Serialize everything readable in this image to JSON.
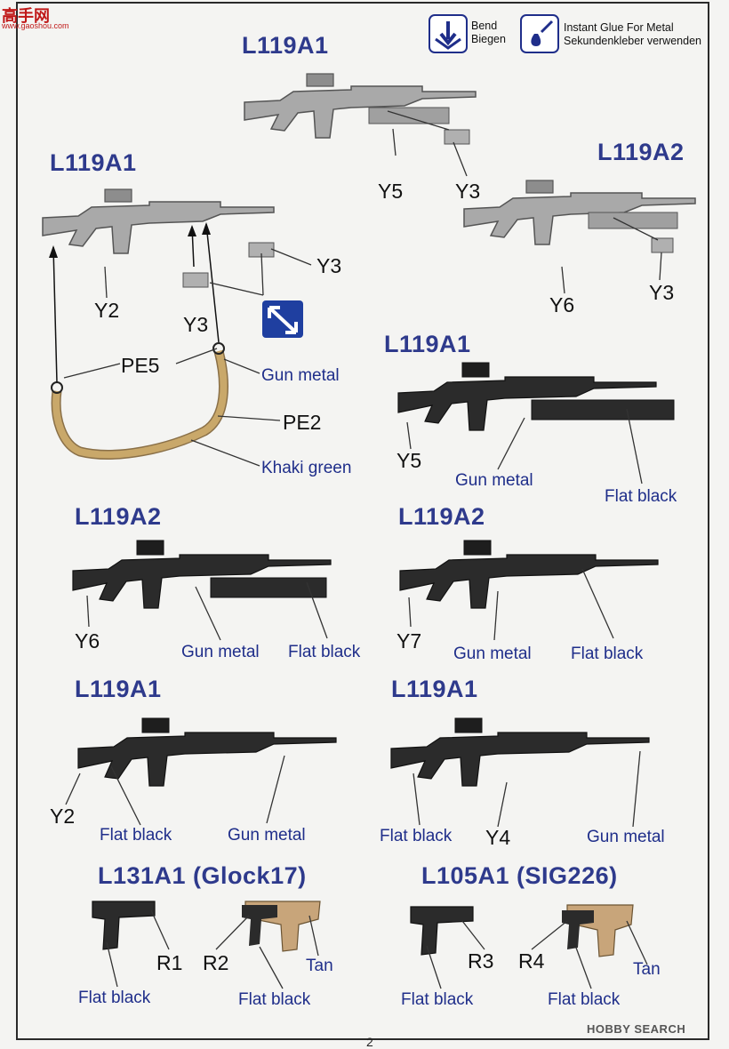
{
  "watermark": {
    "top": "高手网",
    "url": "www.gaoshou.com",
    "bottom": "HOBBY SEARCH"
  },
  "legend": {
    "bend": {
      "line1": "Bend",
      "line2": "Biegen",
      "icon": "bend-arrow-icon"
    },
    "glue": {
      "line1": "Instant Glue For Metal",
      "line2": "Sekundenkleber verwenden",
      "icon": "glue-drop-icon"
    }
  },
  "titles": {
    "top": "L119A1",
    "left": "L119A1",
    "right": "L119A2",
    "mid_right": "L119A1",
    "row2_left": "L119A2",
    "row2_right": "L119A2",
    "row3_left": "L119A1",
    "row3_right": "L119A1",
    "pistol_left": "L131A1 (Glock17)",
    "pistol_right": "L105A1 (SIG226)"
  },
  "part_codes": {
    "top_y5": "Y5",
    "top_y3": "Y3",
    "left_y2": "Y2",
    "left_y3a": "Y3",
    "left_y3b": "Y3",
    "right_y6": "Y6",
    "right_y3": "Y3",
    "pe5": "PE5",
    "pe2": "PE2",
    "mid_y5": "Y5",
    "row2_y6": "Y6",
    "row2_y7": "Y7",
    "row3_y2": "Y2",
    "row3_y4": "Y4",
    "r1": "R1",
    "r2": "R2",
    "r3": "R3",
    "r4": "R4"
  },
  "colors": {
    "sling_gun_metal": "Gun metal",
    "sling_khaki": "Khaki green",
    "mid_gun_metal": "Gun metal",
    "mid_flat_black": "Flat black",
    "row2l_gun_metal": "Gun metal",
    "row2l_flat_black": "Flat black",
    "row2r_gun_metal": "Gun metal",
    "row2r_flat_black": "Flat black",
    "row3l_flat_black": "Flat black",
    "row3l_gun_metal": "Gun metal",
    "row3r_flat_black": "Flat black",
    "row3r_gun_metal": "Gun metal",
    "p1_flat_black": "Flat black",
    "p2_flat_black": "Flat black",
    "p2_tan": "Tan",
    "p3_flat_black": "Flat black",
    "p4_flat_black": "Flat black",
    "p4_tan": "Tan"
  },
  "palette": {
    "title": "#2e3a8c",
    "label": "#1f2e8a",
    "gray_part": "#9a9a9a",
    "black_part": "#2b2b2b",
    "khaki": "#c9a86a",
    "tan": "#c8a57a"
  },
  "page_number": "2"
}
